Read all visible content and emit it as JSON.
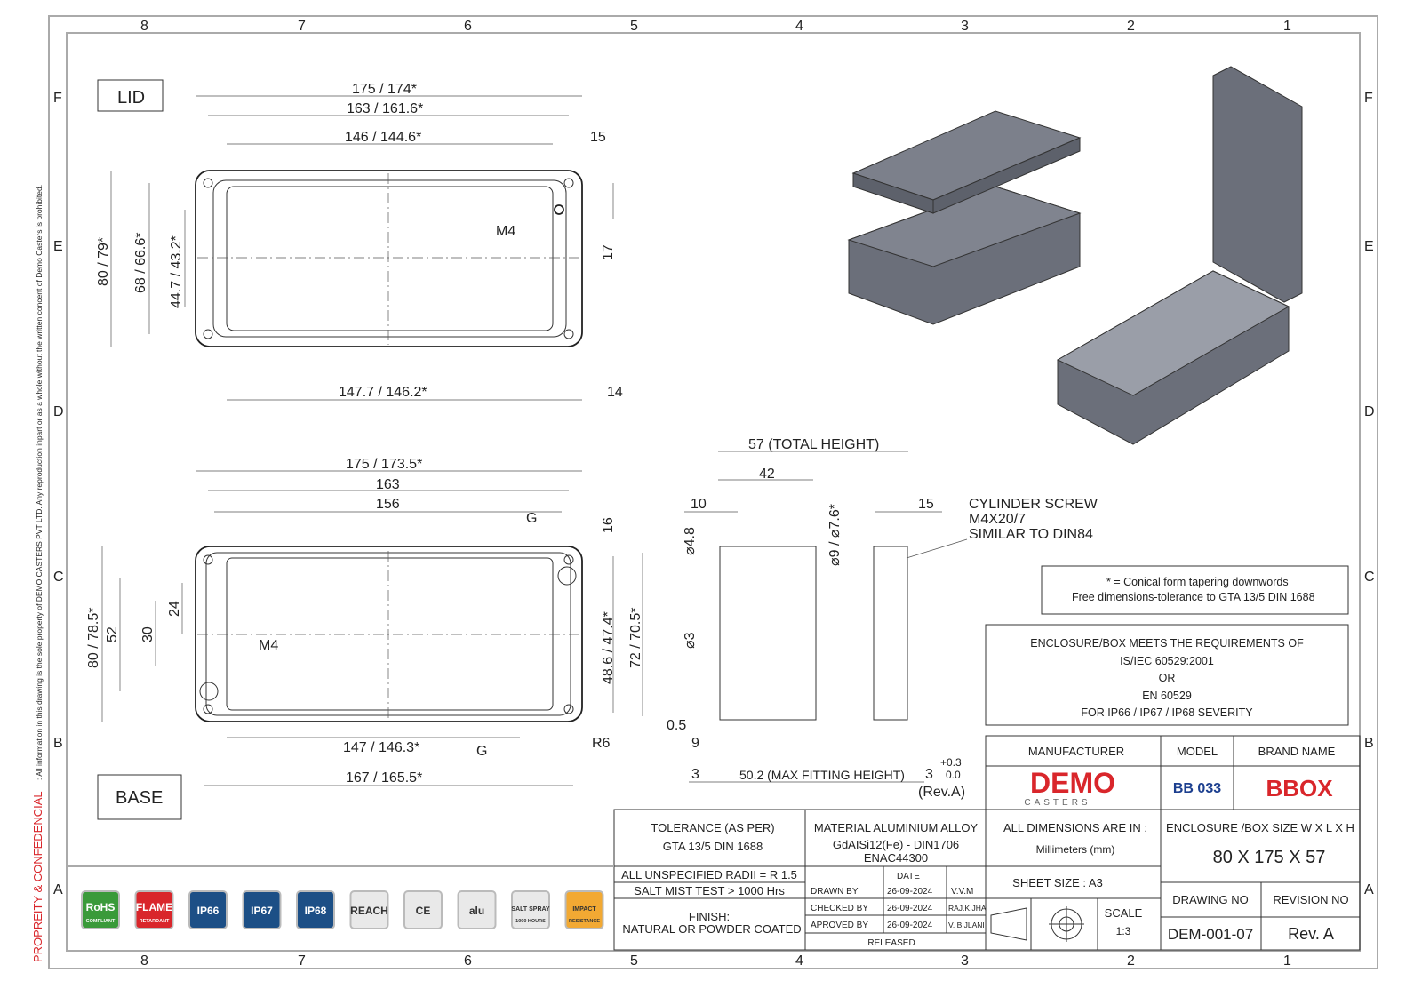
{
  "border": {
    "columns": [
      "8",
      "7",
      "6",
      "5",
      "4",
      "3",
      "2",
      "1"
    ],
    "rows": [
      "F",
      "E",
      "D",
      "C",
      "B",
      "A"
    ]
  },
  "side_notice": {
    "title": "PROPREITY & CONFEDENCIAL",
    "text": ":  All information in this drawing is the sole property of DEMO CASTERS PVT LTD. Any reproduction inpart or as a whole without the written concent of Demo Casters is prohibited."
  },
  "lid_view": {
    "label": "LID",
    "dims": {
      "overall_length": "175 / 174*",
      "length_2": "163 / 161.6*",
      "length_3": "146 / 144.6*",
      "right_offset": "15",
      "height_overall": "80 / 79*",
      "height_2": "68 / 66.6*",
      "height_3": "44.7 / 43.2*",
      "hole_spacing": "17",
      "bottom_length": "147.7 / 146.2*",
      "bottom_offset": "14",
      "thread": "M4"
    }
  },
  "base_view": {
    "label": "BASE",
    "dims": {
      "overall_length": "175 / 173.5*",
      "length_2": "163",
      "length_3": "156",
      "section_marker": "G",
      "right_offset": "16",
      "height_overall": "80 / 78.5*",
      "height_2": "52",
      "height_3": "30",
      "height_4": "24",
      "thread": "M4",
      "inner_height": "48.6 / 47.4*",
      "outer_height": "72 / 70.5*",
      "bottom_length": "147 / 146.3*",
      "radius": "R6",
      "bottom_overall": "167 / 165.5*"
    }
  },
  "section_view": {
    "total_height": "57 (TOTAL HEIGHT)",
    "depth": "42",
    "wall_10": "10",
    "lid_15": "15",
    "dia_48": "⌀4.8",
    "dia_9": "⌀9 / ⌀7.6*",
    "dia_3": "⌀3",
    "d_05": "0.5",
    "d_9": "9",
    "d_3": "3",
    "max_fitting": "50.2 (MAX FITTING HEIGHT)",
    "lid_3": "3",
    "tol_plus": "+0.3",
    "tol_minus": "0.0",
    "rev_note": "(Rev.A)",
    "screw_note": [
      "CYLINDER SCREW",
      "M4X20/7",
      "SIMILAR TO DIN84"
    ]
  },
  "notes": {
    "conical": [
      "* = Conical form tapering downwords",
      "Free dimensions-tolerance to GTA 13/5 DIN 1688"
    ],
    "requirements": [
      "ENCLOSURE/BOX MEETS THE REQUIREMENTS OF",
      "IS/IEC 60529:2001",
      "OR",
      "EN 60529",
      "FOR IP66 / IP67 / IP68 SEVERITY"
    ]
  },
  "title_block": {
    "manufacturer_label": "MANUFACTURER",
    "model_label": "MODEL",
    "brand_label": "BRAND NAME",
    "manufacturer_logo": "DEMO",
    "manufacturer_logo_sub": "CASTERS",
    "model": "BB 033",
    "brand_logo": "BBOX",
    "tolerance_label": "TOLERANCE (AS PER)",
    "tolerance_value": "GTA 13/5 DIN 1688",
    "material_label": "MATERIAL ALUMINIUM ALLOY",
    "material_value_1": "GdAISi12(Fe) - DIN1706",
    "material_value_2": "ENAC44300",
    "dims_label": "ALL DIMENSIONS ARE IN :",
    "dims_value": "Millimeters (mm)",
    "size_label": "ENCLOSURE /BOX SIZE W X L X H",
    "size_value": "80 X 175 X 57",
    "radii": "ALL UNSPECIFIED RADII = R 1.5",
    "salt": "SALT MIST TEST > 1000 Hrs",
    "finish_label": "FINISH:",
    "finish_value": "NATURAL OR POWDER COATED",
    "date_header": "DATE",
    "approvals": [
      {
        "role": "DRAWN BY",
        "date": "26-09-2024",
        "name": "V.V.M"
      },
      {
        "role": "CHECKED BY",
        "date": "26-09-2024",
        "name": "RAJ.K.JHA"
      },
      {
        "role": "APROVED BY",
        "date": "26-09-2024",
        "name": "V. BIJLANI"
      }
    ],
    "released": "RELEASED",
    "sheet_size": "SHEET SIZE : A3",
    "scale_label": "SCALE",
    "scale_value": "1:3",
    "drawing_no_label": "DRAWING NO",
    "drawing_no": "DEM-001-07",
    "revision_label": "REVISION NO",
    "revision": "Rev. A"
  },
  "badges": [
    {
      "label": "RoHS",
      "sub": "COMPLIANT",
      "color": "#3a9a3a"
    },
    {
      "label": "FLAME",
      "sub": "RETARDANT",
      "color": "#d9262b"
    },
    {
      "label": "IP66",
      "sub": "",
      "color": "#1c4f86"
    },
    {
      "label": "IP67",
      "sub": "",
      "color": "#1c4f86"
    },
    {
      "label": "IP68",
      "sub": "",
      "color": "#1c4f86"
    },
    {
      "label": "REACH",
      "sub": "",
      "color": "#e9e9e9"
    },
    {
      "label": "CE",
      "sub": "",
      "color": "#e9e9e9"
    },
    {
      "label": "alu",
      "sub": "",
      "color": "#e9e9e9"
    },
    {
      "label": "SALT SPRAY",
      "sub": "1000 HOURS",
      "color": "#e9e9e9"
    },
    {
      "label": "IMPACT",
      "sub": "RESISTANCE",
      "color": "#f2a933"
    }
  ],
  "colors": {
    "brand_red": "#d9262b",
    "model_blue": "#1c3f8f",
    "box_grey": "#6b6f7a"
  }
}
